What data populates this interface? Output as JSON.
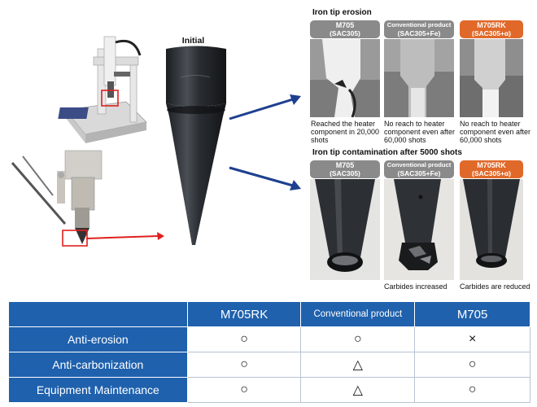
{
  "initial_label": "Initial",
  "erosion": {
    "title": "Iron tip erosion",
    "products": [
      {
        "name": "M705",
        "alloy": "(SAC305)",
        "color": "gray",
        "caption": "Reached the heater component in 20,000 shots"
      },
      {
        "name": "Conventional product",
        "alloy": "(SAC305+Fe)",
        "color": "gray",
        "caption": "No reach to heater component even after 60,000 shots"
      },
      {
        "name": "M705RK",
        "alloy": "(SAC305+α)",
        "color": "orange",
        "caption": "No reach to heater component even after 60,000 shots"
      }
    ]
  },
  "contamination": {
    "title": "Iron tip contamination after 5000 shots",
    "products": [
      {
        "name": "M705",
        "alloy": "(SAC305)",
        "color": "gray",
        "caption": ""
      },
      {
        "name": "Conventional product",
        "alloy": "(SAC305+Fe)",
        "color": "gray",
        "caption": "Carbides increased"
      },
      {
        "name": "M705RK",
        "alloy": "(SAC305+α)",
        "color": "orange",
        "caption": "Carbides are reduced"
      }
    ]
  },
  "table": {
    "headers": [
      "M705RK",
      "Conventional product",
      "M705"
    ],
    "rows": [
      {
        "label": "Anti-erosion",
        "marks": [
          "○",
          "○",
          "×"
        ]
      },
      {
        "label": "Anti-carbonization",
        "marks": [
          "○",
          "△",
          "○"
        ]
      },
      {
        "label": "Equipment Maintenance",
        "marks": [
          "○",
          "△",
          "○"
        ]
      }
    ]
  },
  "colors": {
    "table_blue": "#1f61ad",
    "orange": "#e0692a",
    "gray": "#8a8a8a",
    "arrow_blue": "#1d3f8f",
    "red": "#e0201e"
  }
}
